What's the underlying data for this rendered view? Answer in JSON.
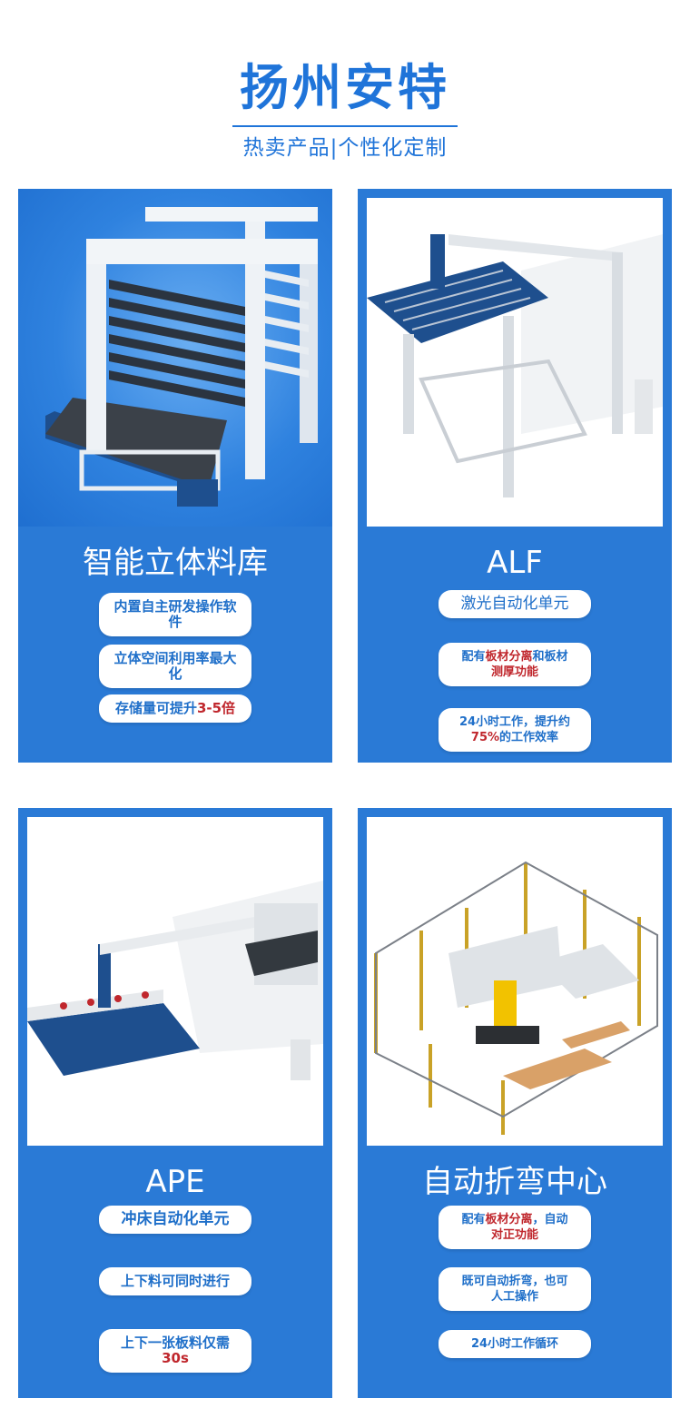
{
  "header": {
    "brand": "扬州安特",
    "tagline": "热卖产品|个性化定制"
  },
  "colors": {
    "accent": "#2a7ad6",
    "highlight": "#c0272d",
    "machine_blue": "#1e4f8e"
  },
  "cards": [
    {
      "title": "智能立体料库",
      "pills": [
        {
          "parts": [
            "内置自主研发操作软件"
          ]
        },
        {
          "parts": [
            "立体空间利用率最大化"
          ]
        },
        {
          "parts": [
            "存储量可提升",
            "3-5倍"
          ]
        }
      ]
    },
    {
      "title": "ALF",
      "pills": [
        {
          "parts": [
            "激光自动化单元"
          ]
        },
        {
          "parts": [
            "配有",
            "板材分离",
            "和板材",
            "测厚功能"
          ]
        },
        {
          "parts": [
            "24小时工作，提升约",
            "75%",
            "的工作效率"
          ]
        }
      ]
    },
    {
      "title": "APE",
      "pills": [
        {
          "parts": [
            "冲床自动化单元"
          ]
        },
        {
          "parts": [
            "上下料可同时进行"
          ]
        },
        {
          "parts": [
            "上下一张板料仅需",
            "30s"
          ]
        }
      ]
    },
    {
      "title": "自动折弯中心",
      "pills": [
        {
          "parts": [
            "配有",
            "板材分离",
            "，自动",
            "对正功能"
          ]
        },
        {
          "parts": [
            "既可自动折弯，也可",
            "人工操作"
          ]
        },
        {
          "parts": [
            "24小时工作循环"
          ]
        }
      ]
    }
  ]
}
